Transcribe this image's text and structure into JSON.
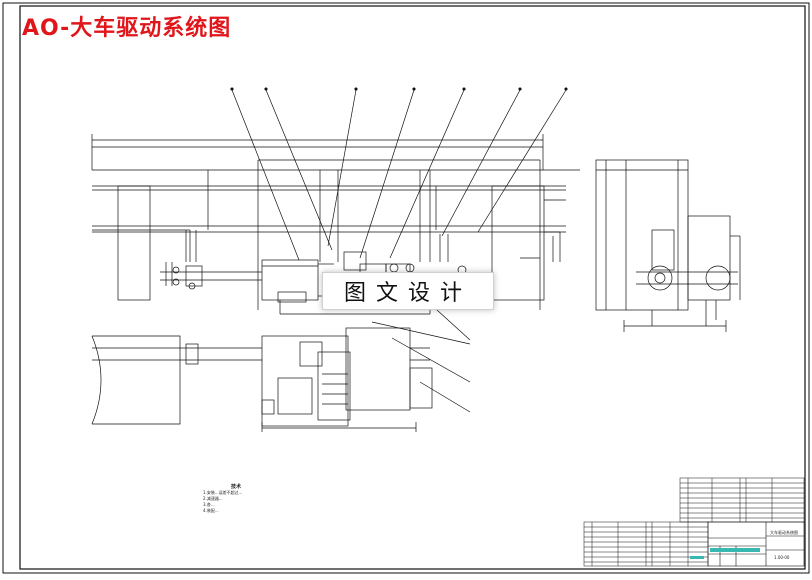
{
  "drawing": {
    "title": "AO-大车驱动系统图",
    "watermark": "图文设计",
    "notes": {
      "title": "技术",
      "lines": [
        "1.安装...误差不超过...",
        "2.减速器...",
        "3.各...",
        "4.装配..."
      ]
    },
    "title_block": {
      "name": "大车驱动系统图",
      "number": "1.00-00"
    }
  },
  "colors": {
    "title": "#e0161b",
    "line": "#111111",
    "title_block_accent": "#39b7b1"
  },
  "icons": [
    "leader-line",
    "balloon"
  ]
}
